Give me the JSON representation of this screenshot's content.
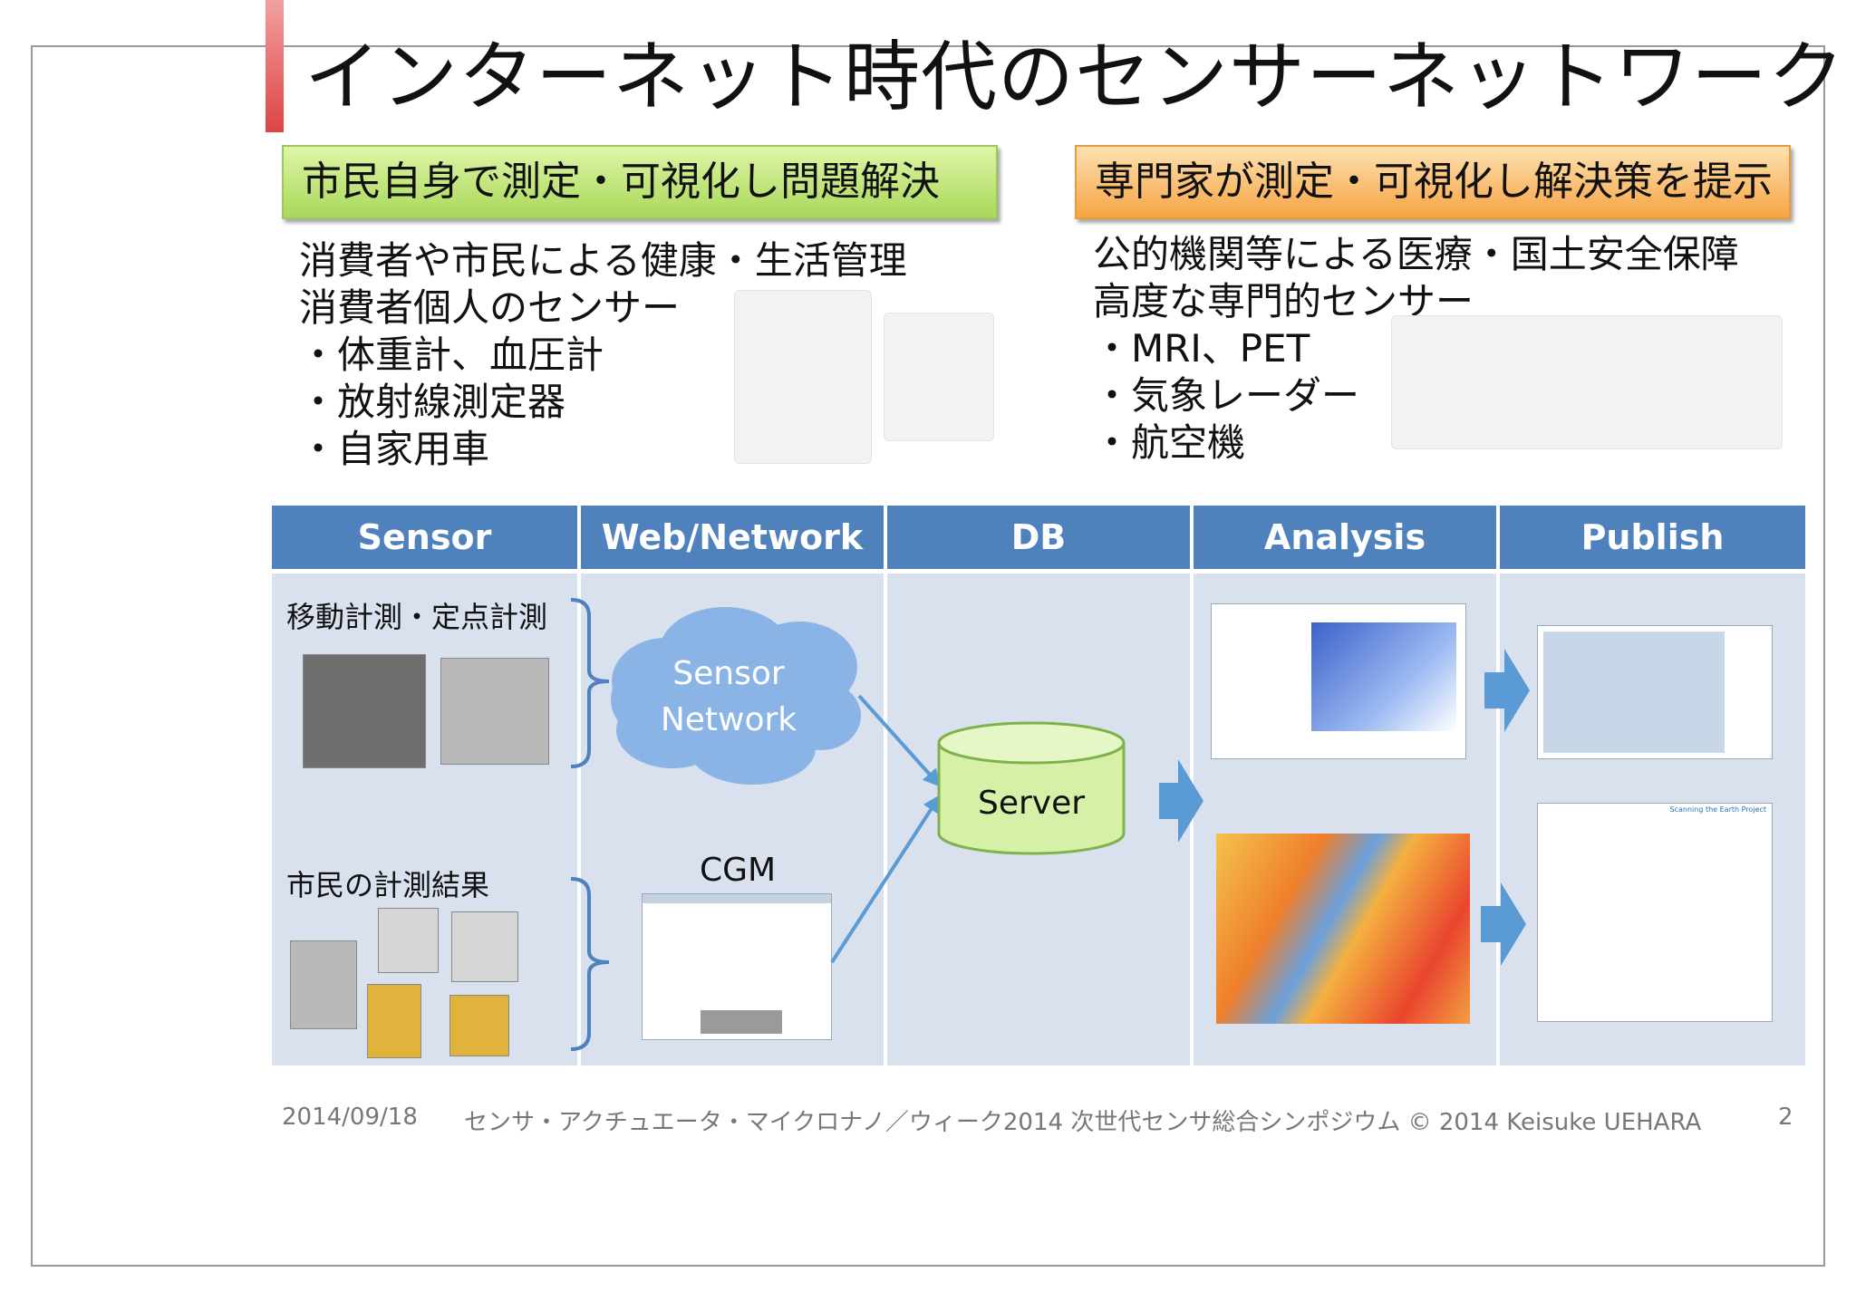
{
  "title": "インターネット時代のセンサーネットワーク",
  "left_panel": {
    "banner": "市民自身で測定・可視化し問題解決",
    "lines": [
      "消費者や市民による健康・生活管理",
      "消費者個人のセンサー",
      "・体重計、血圧計",
      "・放射線測定器",
      "・自家用車"
    ]
  },
  "right_panel": {
    "banner": "専門家が測定・可視化し解決策を提示",
    "lines": [
      "公的機関等による医療・国土安全保障",
      "高度な専門的センサー",
      "・MRI、PET",
      "・気象レーダー",
      "・航空機"
    ]
  },
  "flow": {
    "headers": [
      "Sensor",
      "Web/Network",
      "DB",
      "Analysis",
      "Publish"
    ],
    "sensor_row1_label": "移動計測・定点計測",
    "sensor_row2_label": "市民の計測結果",
    "cloud_line1": "Sensor",
    "cloud_line2": "Network",
    "cgm_label": "CGM",
    "server_label": "Server",
    "publish_project_title": "Scanning the Earth Project"
  },
  "footer": {
    "date": "2014/09/18",
    "event": "センサ・アクチュエータ・マイクロナノ／ウィーク2014 次世代センサ総合シンポジウム © 2014 Keisuke UEHARA",
    "page": "2"
  },
  "colors": {
    "header_blue": "#4f81bd",
    "flow_bg": "#d9e1ef",
    "green_banner": "#a9d85a",
    "orange_banner": "#f7a444",
    "arrow_blue": "#5b9bd5",
    "cloud_blue": "#8ab4e6",
    "server_green": "#d7f0a8",
    "title_accent": "#dd4444"
  }
}
